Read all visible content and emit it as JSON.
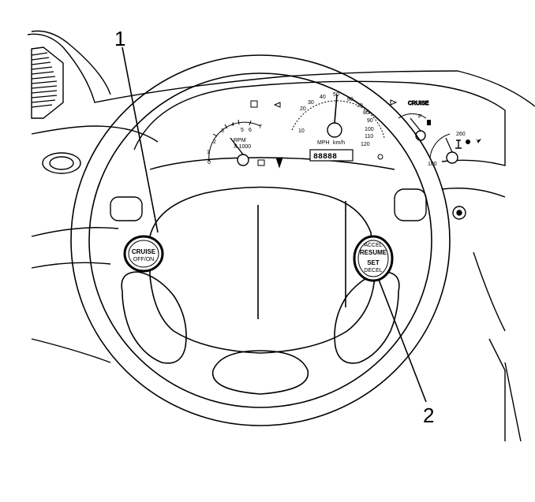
{
  "figure": {
    "callouts": [
      "1",
      "2"
    ],
    "left_switch": {
      "line1": "CRUISE",
      "line2": "OFF/ON"
    },
    "right_switch": {
      "line1": "ACCEL",
      "line2": "RESUME",
      "line3": "SET",
      "line4": "DECEL"
    },
    "tachometer": {
      "ticks": [
        "0",
        "1",
        "2",
        "3",
        "4",
        "5",
        "6",
        "7"
      ],
      "label": "RPM",
      "sublabel": "X 1000"
    },
    "speedometer": {
      "ticks_mph": [
        "10",
        "20",
        "30",
        "40",
        "50",
        "60",
        "70",
        "80",
        "90",
        "100",
        "110",
        "120"
      ],
      "units_mph": "MPH",
      "units_kmh": "km/h"
    },
    "fuel_gauge": {
      "full": "F"
    },
    "temp_gauge": {
      "low": "100",
      "high": "260"
    },
    "cruise_indicator": "CRUISE",
    "odometer": "88888"
  }
}
